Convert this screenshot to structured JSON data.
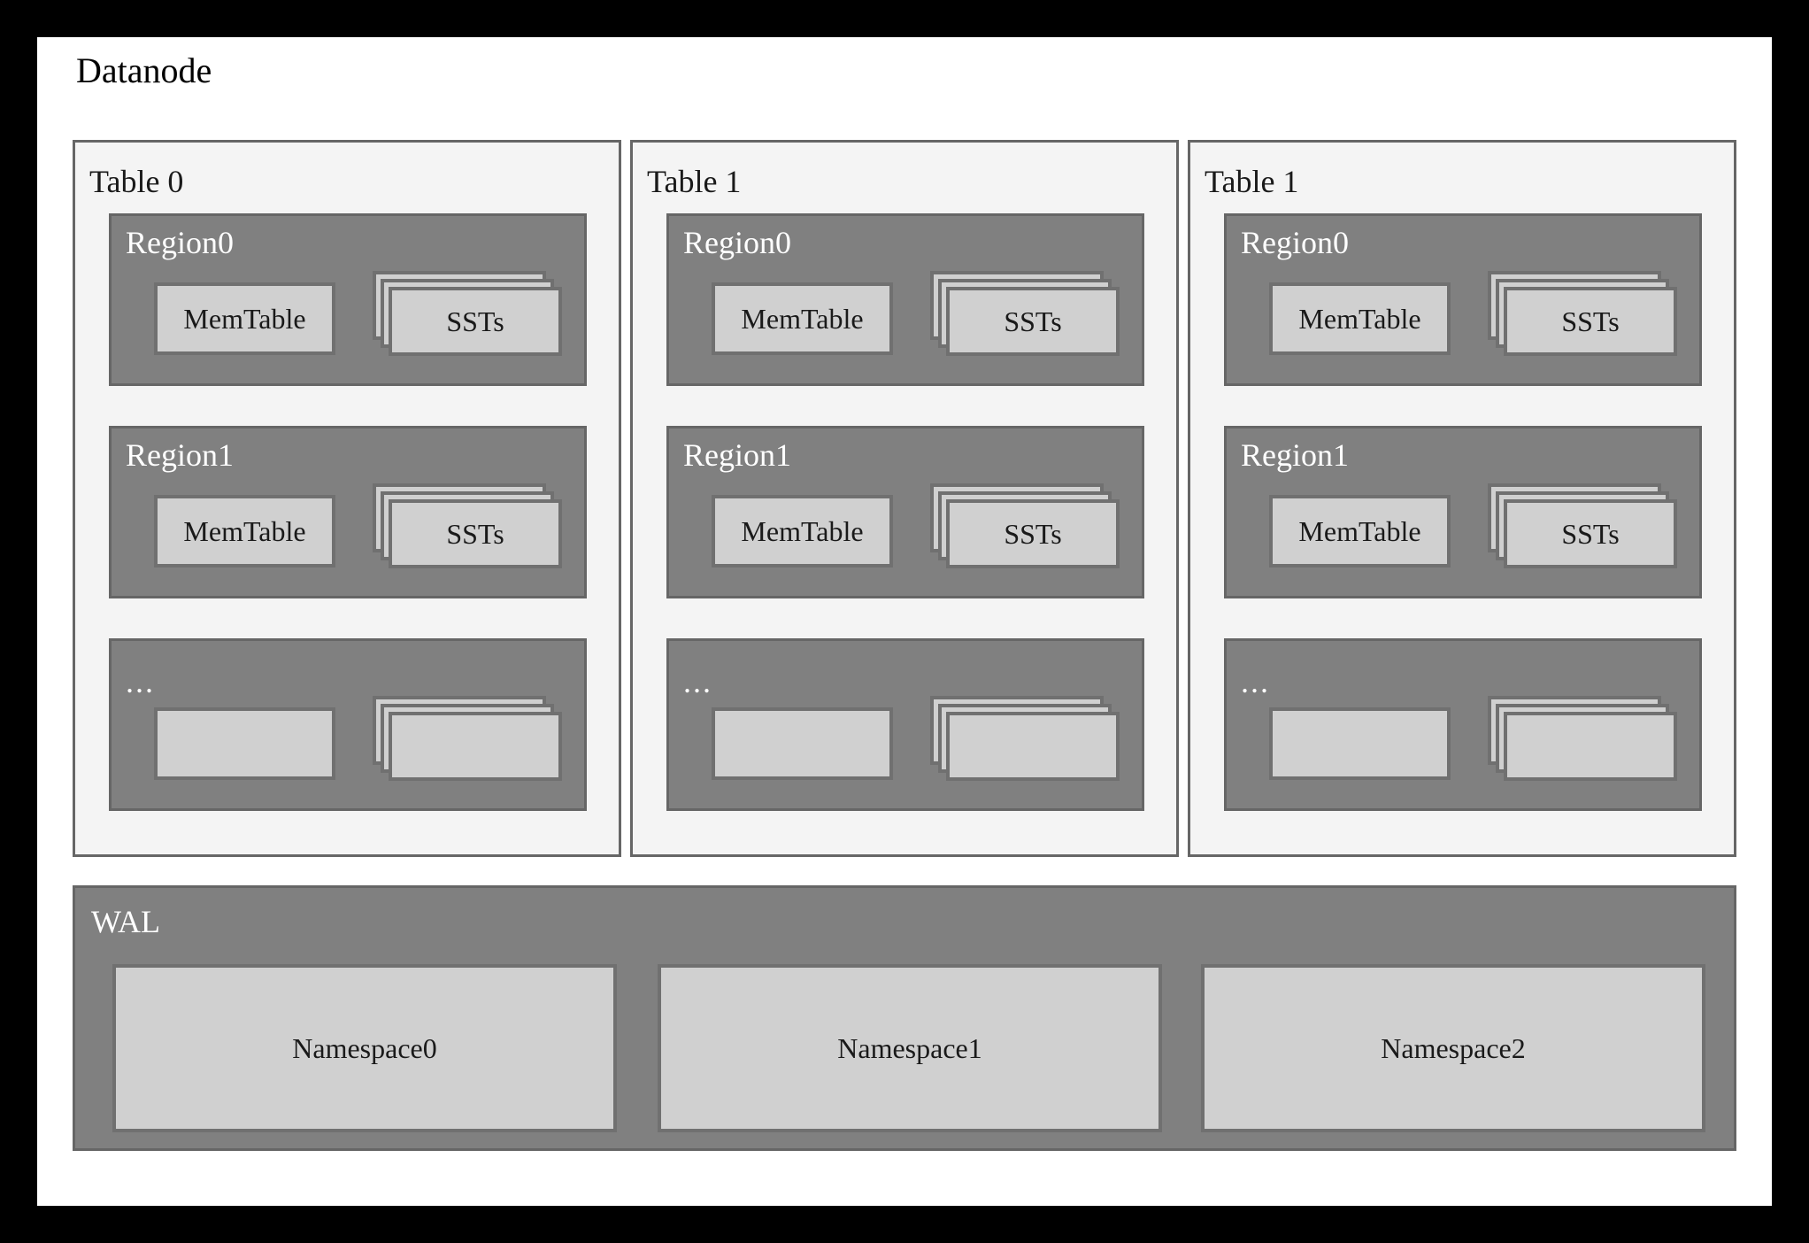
{
  "diagram": {
    "type": "architecture-block-diagram",
    "title": "Datanode",
    "colors": {
      "page_border": "#000000",
      "canvas": "#ffffff",
      "table_panel_fill": "#f4f4f4",
      "table_panel_border": "#666666",
      "region_fill": "#808080",
      "region_border": "#666666",
      "leaf_fill": "#d0d0d0",
      "leaf_border": "#707070",
      "dark_text": "#1a1a1a",
      "light_text": "#ffffff"
    }
  },
  "tables": [
    {
      "label": "Table 0",
      "regions": [
        {
          "label": "Region0",
          "memtable_label": "MemTable",
          "sst_label": "SSTs",
          "sst_layers": 3
        },
        {
          "label": "Region1",
          "memtable_label": "MemTable",
          "sst_label": "SSTs",
          "sst_layers": 3
        },
        {
          "label": "...",
          "memtable_label": "",
          "sst_label": "",
          "sst_layers": 3
        }
      ]
    },
    {
      "label": "Table 1",
      "regions": [
        {
          "label": "Region0",
          "memtable_label": "MemTable",
          "sst_label": "SSTs",
          "sst_layers": 3
        },
        {
          "label": "Region1",
          "memtable_label": "MemTable",
          "sst_label": "SSTs",
          "sst_layers": 3
        },
        {
          "label": "...",
          "memtable_label": "",
          "sst_label": "",
          "sst_layers": 3
        }
      ]
    },
    {
      "label": "Table 1",
      "regions": [
        {
          "label": "Region0",
          "memtable_label": "MemTable",
          "sst_label": "SSTs",
          "sst_layers": 3
        },
        {
          "label": "Region1",
          "memtable_label": "MemTable",
          "sst_label": "SSTs",
          "sst_layers": 3
        },
        {
          "label": "...",
          "memtable_label": "",
          "sst_label": "",
          "sst_layers": 3
        }
      ]
    }
  ],
  "wal": {
    "label": "WAL",
    "namespaces": [
      {
        "label": "Namespace0"
      },
      {
        "label": "Namespace1"
      },
      {
        "label": "Namespace2"
      }
    ]
  }
}
